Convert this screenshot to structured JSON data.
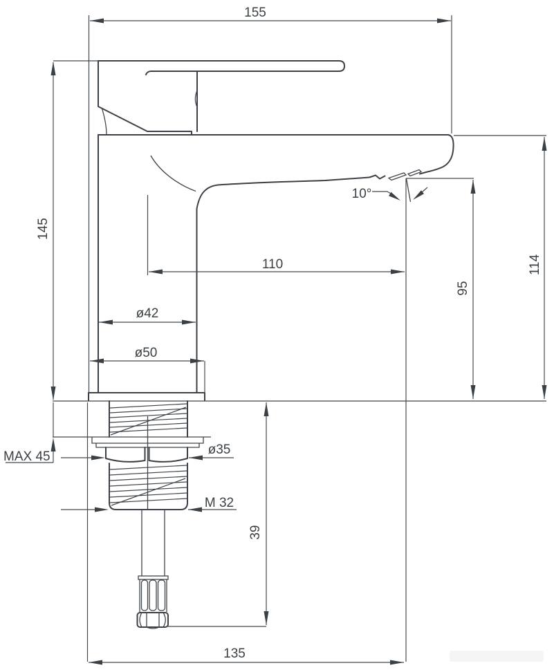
{
  "drawing": {
    "labels": {
      "overall_reach": "155",
      "body_height": "145",
      "spout_reach": "110",
      "body_diameter": "ø42",
      "base_diameter": "ø50",
      "outlet_height": "95",
      "spout_height": "114",
      "outlet_angle": "10°",
      "max_mount_thickness": "MAX 45",
      "locknut_diameter": "ø35",
      "thread_size": "M 32",
      "shank_length": "39",
      "bottom_reach": "135"
    }
  }
}
